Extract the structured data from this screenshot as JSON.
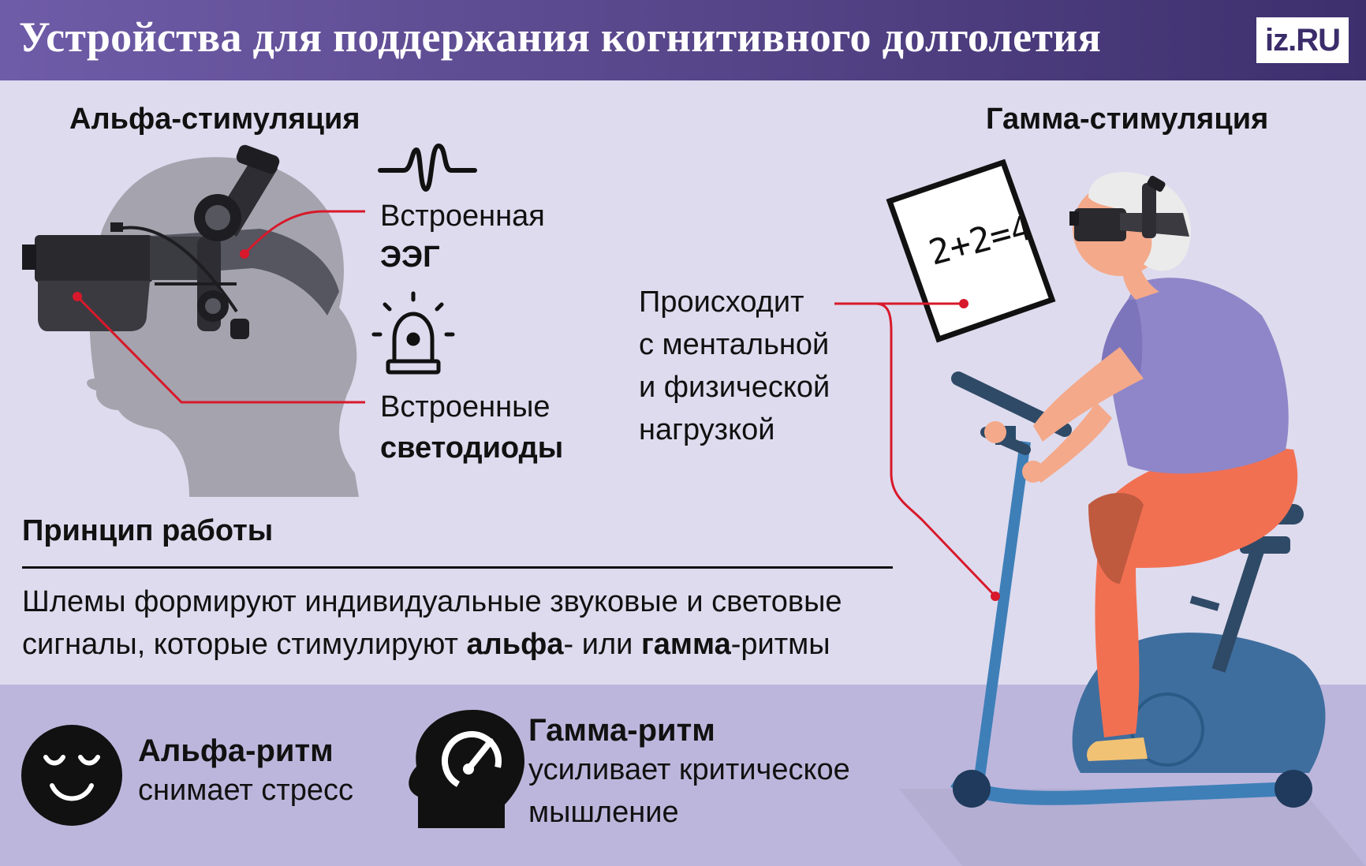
{
  "header": {
    "title": "Устройства для поддержания когнитивного долголетия",
    "logo": "iz.RU"
  },
  "alpha": {
    "title": "Альфа-стимуляция",
    "eeg_line1": "Встроенная",
    "eeg_line2": "ЭЭГ",
    "led_line1": "Встроенные",
    "led_line2": "светодиоды"
  },
  "gamma": {
    "title": "Гамма-стимуляция",
    "note_lines": [
      "Происходит",
      "с ментальной",
      "и физической",
      "нагрузкой"
    ],
    "board_text": "2+2=4"
  },
  "principle": {
    "title": "Принцип работы",
    "line1": "Шлемы формируют индивидуальные звуковые и световые",
    "line2_a": "сигналы, которые стимулируют ",
    "line2_b": "альфа",
    "line2_c": "- или ",
    "line2_d": "гамма",
    "line2_e": "-ритмы"
  },
  "legend": {
    "alpha_title": "Альфа-ритм",
    "alpha_text": "снимает стресс",
    "gamma_title": "Гамма-ритм",
    "gamma_text_1": "усиливает критическое",
    "gamma_text_2": "мышление"
  },
  "icons": {
    "eeg": "eeg-wave-icon",
    "led": "siren-light-icon",
    "alpha": "smiling-face-icon",
    "gamma": "head-gauge-icon"
  },
  "colors": {
    "header_bg": "#554487",
    "accent_red": "#d7192b",
    "band_bg": "#dedbee",
    "bottom_bg": "#bdb6dc"
  }
}
